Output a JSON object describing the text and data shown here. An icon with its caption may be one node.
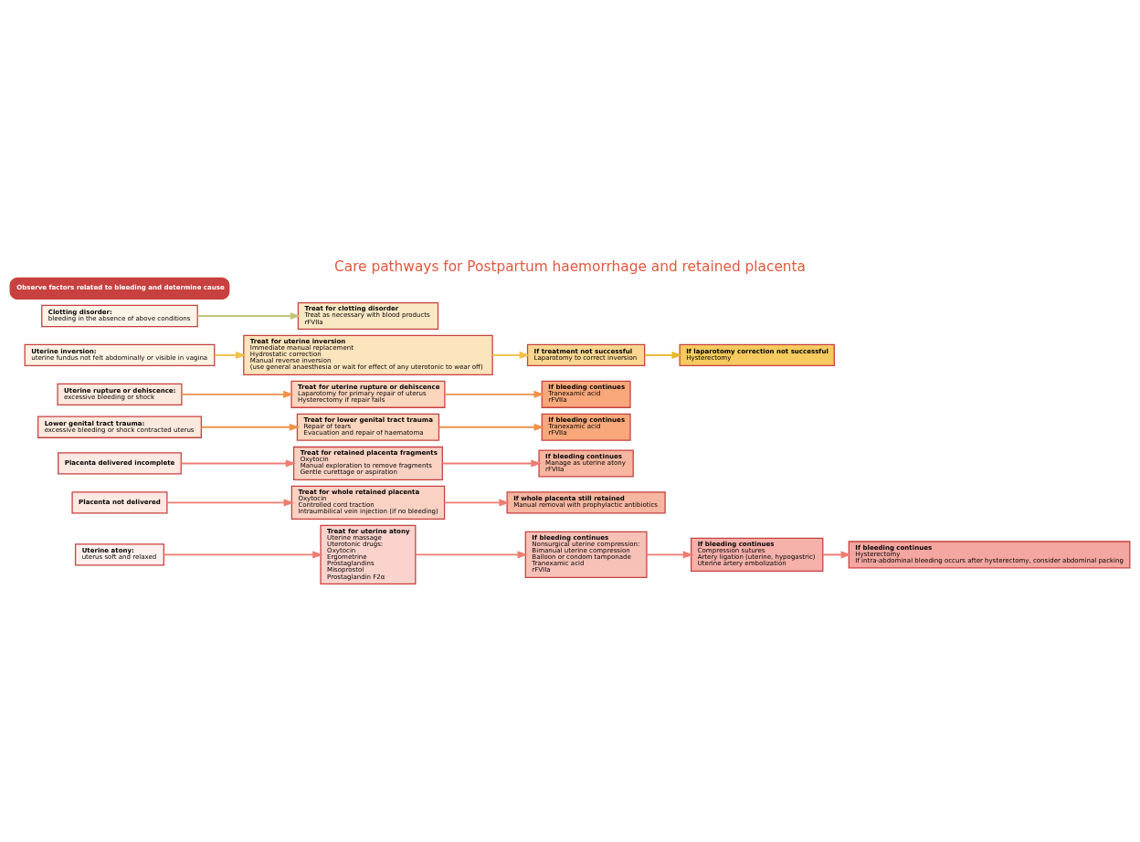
{
  "diagram": {
    "title": "Care pathways for Postpartum haemorrhage and retained placenta",
    "nodes": [
      {
        "text": [
          "Uterine atony:",
          "uterus soft and relaxed"
        ]
      },
      {
        "text": [
          "Treat for uterine atony",
          "Uterine massage",
          "Uterotonic drugs:",
          "Oxytocin",
          "Ergometrine",
          "Prostaglandins",
          "Misoprostol",
          "Prostaglandin F2α"
        ]
      },
      {
        "text": [
          "If bleeding continues",
          "Nonsurgical uterine compression:",
          "Bimanual uterine compression",
          "Balloon or condom tamponade",
          "Tranexamic acid",
          "rFVIIa"
        ]
      },
      {
        "text": [
          "If bleeding continues",
          "Compression sutures",
          "Artery ligation (uterine, hypogastric)",
          "Uterine artery embolization"
        ]
      },
      {
        "text": [
          "If bleeding continues",
          "Hysterectomy",
          "If intra-abdominal bleeding occurs after hysterectomy, consider abdominal packing"
        ]
      },
      {
        "text": [
          "Placenta not delivered"
        ]
      },
      {
        "text": [
          "Treat for whole retained placenta",
          "Oxytocin",
          "Controlled cord traction",
          "Intraumbilical vein injection (if no bleeding)"
        ]
      },
      {
        "text": [
          "If whole placenta still retained",
          "Manual removal with prophylactic antibiotics"
        ]
      },
      {
        "text": [
          "Placenta delivered incomplete"
        ]
      },
      {
        "text": [
          "Treat for retained placenta fragments",
          "Oxytocin",
          "Manual exploration to remove fragments",
          "Gentle curettage or aspiration"
        ]
      },
      {
        "text": [
          "If bleeding continues",
          "Manage as uterine atony",
          "rFVIIa"
        ]
      },
      {
        "text": [
          "Lower genital tract trauma:",
          "excessive bleeding or shock contracted uterus"
        ]
      },
      {
        "text": [
          "Treat for lower genital tract trauma",
          "Repair of tears",
          "Evacuation and repair of haematoma"
        ]
      },
      {
        "text": [
          "If bleeding continues",
          "Tranexamic acid",
          "rFVIIa"
        ]
      },
      {
        "text": [
          "Uterine rupture or dehiscence:",
          "excessive bleeding or shock"
        ]
      },
      {
        "text": [
          "Treat for uterine rupture or dehiscence",
          "Laparotomy for primary repair of uterus",
          "Hysterectomy if repair fails"
        ]
      },
      {
        "text": [
          "If bleeding continues",
          "Tranexamic acid",
          "rFVIIa"
        ]
      },
      {
        "text": [
          "Uterine inversion:",
          "uterine fundus not felt abdominally or visible in vagina"
        ]
      },
      {
        "text": [
          "Treat for uterine inversion",
          "Immediate manual replacement",
          "Hydrostatic correction",
          "Manual reverse inversion",
          "(use general anaesthesia or wait for effect of any uterotonic to wear off)"
        ]
      },
      {
        "text": [
          "If treatment not successful",
          "Laparotomy to correct inversion"
        ]
      },
      {
        "text": [
          "If laparotomy correction not successful",
          "Hysterectomy"
        ]
      },
      {
        "text": [
          "Clotting disorder:",
          "bleeding in the absence of above conditions"
        ]
      },
      {
        "text": [
          "Treat for clotting disorder",
          "Treat as necessary with blood products",
          "rFVIIa"
        ]
      }
    ],
    "edges": [
      {
        "from": 0,
        "to": 1,
        "arrow": "to"
      },
      {
        "from": 1,
        "to": 2,
        "arrow": "to"
      },
      {
        "from": 2,
        "to": 3,
        "arrow": "to"
      },
      {
        "from": 3,
        "to": 4,
        "arrow": "to"
      },
      {
        "from": 5,
        "to": 6,
        "arrow": "to"
      },
      {
        "from": 6,
        "to": 7,
        "arrow": "to"
      },
      {
        "from": 8,
        "to": 9,
        "arrow": "to"
      },
      {
        "from": 9,
        "to": 10,
        "arrow": "to"
      },
      {
        "from": 11,
        "to": 12,
        "arrow": "to",
        "color": "#f0914a"
      },
      {
        "from": 12,
        "to": 13,
        "arrow": "to",
        "color": "#f0914a"
      },
      {
        "from": 14,
        "to": 15,
        "arrow": "to",
        "color": "#f0914a"
      },
      {
        "from": 15,
        "to": 16,
        "arrow": "to",
        "color": "#f0914a"
      },
      {
        "from": 17,
        "to": 18,
        "arrow": "to",
        "color": "#f2c04a"
      },
      {
        "from": 18,
        "to": 19,
        "arrow": "to",
        "color": "#f2c04a"
      },
      {
        "from": 19,
        "to": 20,
        "arrow": "to",
        "color": "#e8b830"
      },
      {
        "from": 21,
        "to": 22,
        "arrow": "to",
        "color": "#c2c57a"
      }
    ],
    "labels": [
      "Observe factors related to bleeding and determine cause"
    ]
  }
}
